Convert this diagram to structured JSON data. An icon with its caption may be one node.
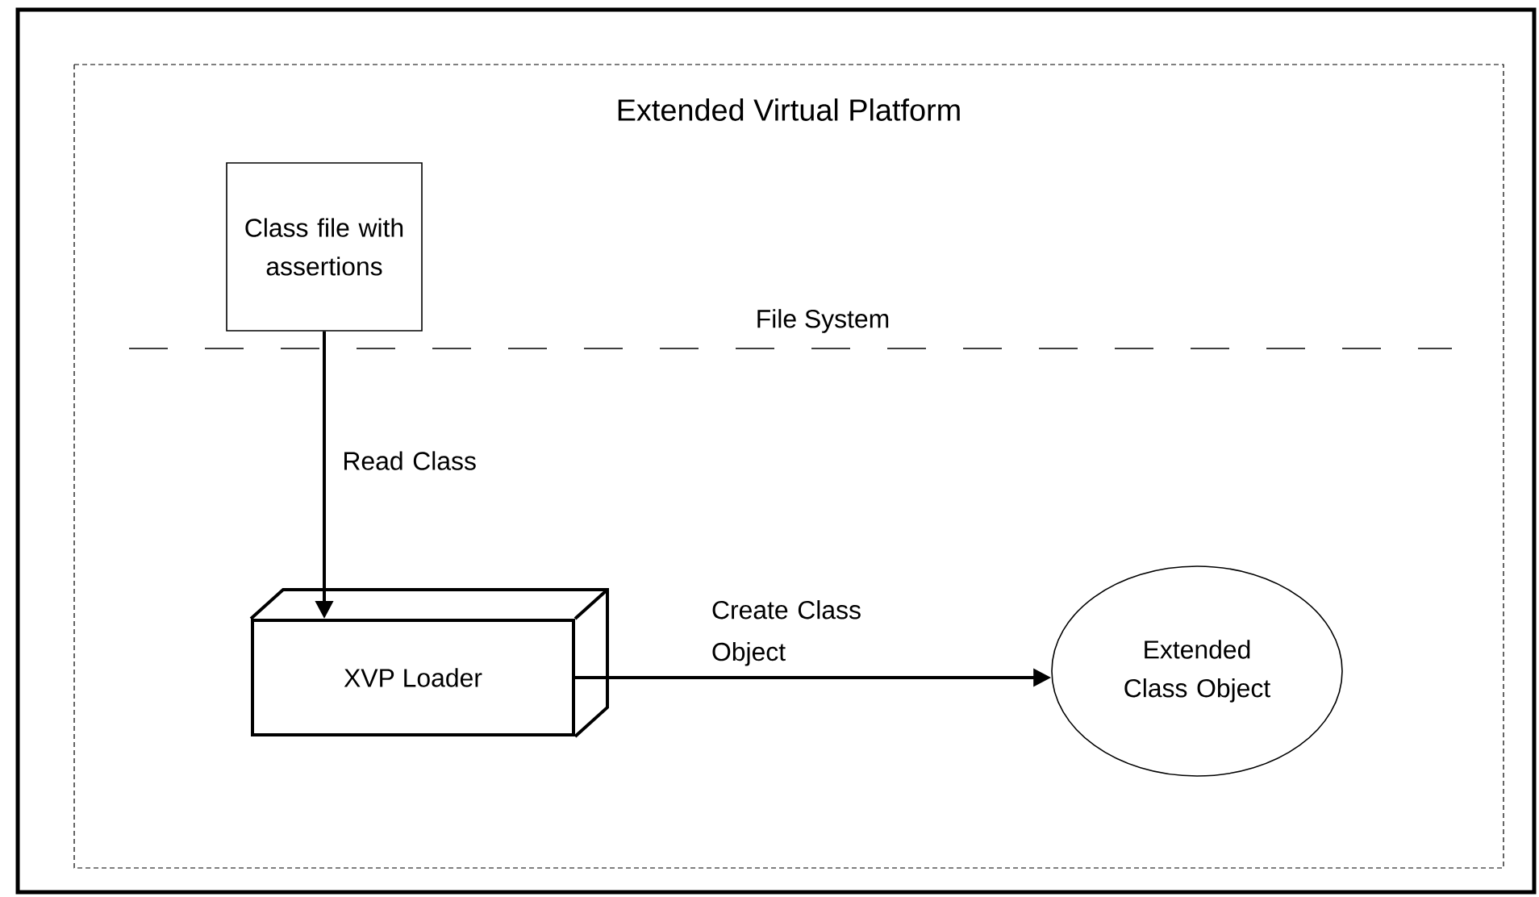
{
  "diagram": {
    "nodes": [
      {
        "text": [
          "Extended Virtual Platform"
        ]
      },
      {
        "text": [
          "Class file with assertions"
        ],
        "in": 0
      },
      {
        "text": [
          "XVP Loader"
        ],
        "in": 0
      },
      {
        "text": [
          "Extended Class Object"
        ],
        "in": 0
      }
    ],
    "edges": [
      {
        "from": 1,
        "to": 2,
        "arrow": "to",
        "label": "Read Class"
      },
      {
        "from": 2,
        "to": 3,
        "arrow": "to",
        "label": "Create Class Object"
      }
    ],
    "labels": [
      "File System"
    ]
  }
}
